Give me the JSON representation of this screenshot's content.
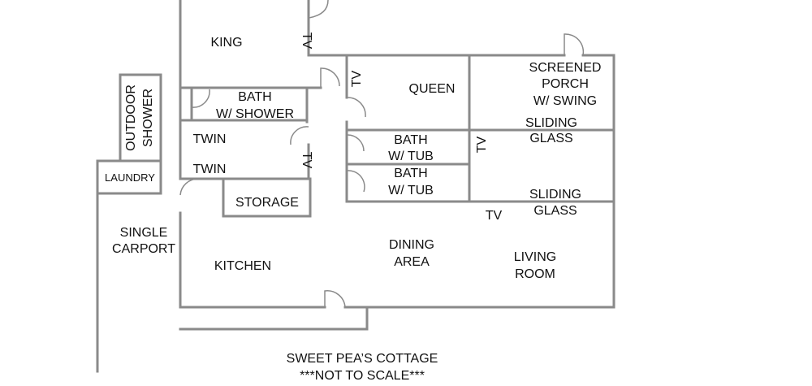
{
  "rooms": {
    "king": "KING",
    "queen": "QUEEN",
    "screened_porch": [
      "SCREENED",
      "PORCH",
      "W/ SWING"
    ],
    "bath_shower": [
      "BATH",
      "W/ SHOWER"
    ],
    "twin_top": "TWIN",
    "twin_bottom": "TWIN",
    "storage": "STORAGE",
    "bath_tub_1": [
      "BATH",
      "W/ TUB"
    ],
    "bath_tub_2": [
      "BATH",
      "W/ TUB"
    ],
    "outdoor_shower": [
      "OUTDOOR",
      "SHOWER"
    ],
    "laundry": "LAUNDRY",
    "single_carport": [
      "SINGLE",
      "CARPORT"
    ],
    "kitchen": "KITCHEN",
    "dining_area": [
      "DINING",
      "AREA"
    ],
    "living_room": [
      "LIVING",
      "ROOM"
    ]
  },
  "features": {
    "sliding_glass_1": [
      "SLIDING",
      "GLASS"
    ],
    "sliding_glass_2": [
      "SLIDING",
      "GLASS"
    ],
    "tv": "TV"
  },
  "caption": {
    "title": "SWEET PEA’S COTTAGE",
    "note": "***NOT TO SCALE***"
  }
}
